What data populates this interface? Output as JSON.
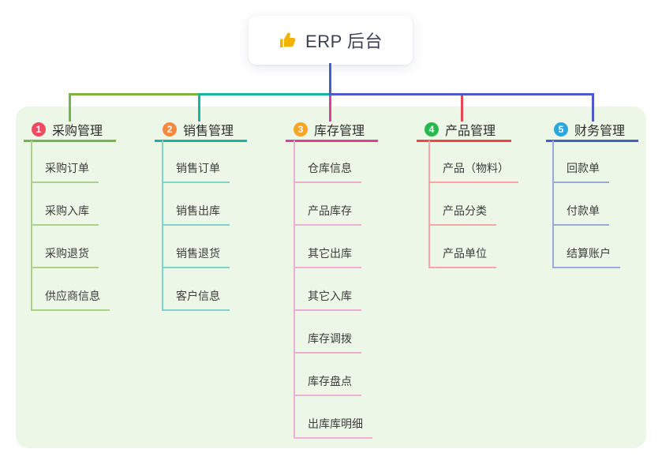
{
  "root": {
    "title": "ERP 后台",
    "icon": "thumbs-up",
    "icon_color": "#f2b200"
  },
  "canvas": {
    "background": "#ffffff",
    "panel_color": "#edf7e8",
    "root_connector_color": "#4a5cc9"
  },
  "branches": [
    {
      "num": "1",
      "label": "采购管理",
      "badge_color": "#ea4c62",
      "line_color": "#7db244",
      "child_line_color": "#aad389",
      "children": [
        "采购订单",
        "采购入库",
        "采购退货",
        "供应商信息"
      ]
    },
    {
      "num": "2",
      "label": "销售管理",
      "badge_color": "#f58a3c",
      "line_color": "#17b3a6",
      "child_line_color": "#82d2ca",
      "children": [
        "销售订单",
        "销售出库",
        "销售退货",
        "客户信息"
      ]
    },
    {
      "num": "3",
      "label": "库存管理",
      "badge_color": "#f6a623",
      "line_color": "#d8409c",
      "child_line_color": "#efacd4",
      "children": [
        "仓库信息",
        "产品库存",
        "其它出库",
        "其它入库",
        "库存调拨",
        "库存盘点",
        "出库库明细"
      ]
    },
    {
      "num": "4",
      "label": "产品管理",
      "badge_color": "#27b84e",
      "line_color": "#ee4452",
      "child_line_color": "#f6a5a9",
      "children": [
        "产品（物料）",
        "产品分类",
        "产品单位"
      ]
    },
    {
      "num": "5",
      "label": "财务管理",
      "badge_color": "#2ba7e0",
      "line_color": "#4a5cc9",
      "child_line_color": "#97a9de",
      "children": [
        "回款单",
        "付款单",
        "结算账户"
      ]
    }
  ]
}
